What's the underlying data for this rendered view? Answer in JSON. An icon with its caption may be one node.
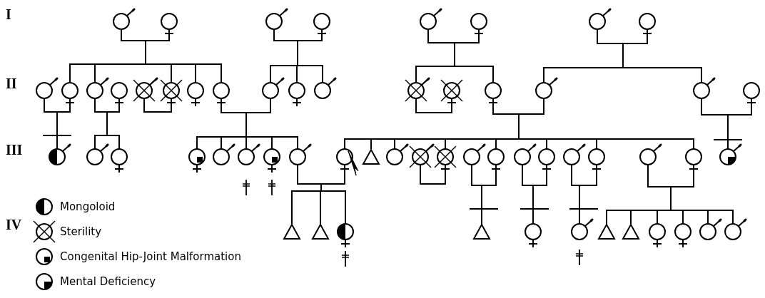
{
  "diagram": {
    "labels": [
      "I",
      "II",
      "III",
      "IV"
    ],
    "legend": [
      {
        "text": "Mongoloid"
      },
      {
        "text": "Sterility"
      },
      {
        "text": "Congenital Hip-Joint Malformation"
      },
      {
        "text": "Mental Deficiency"
      }
    ]
  }
}
